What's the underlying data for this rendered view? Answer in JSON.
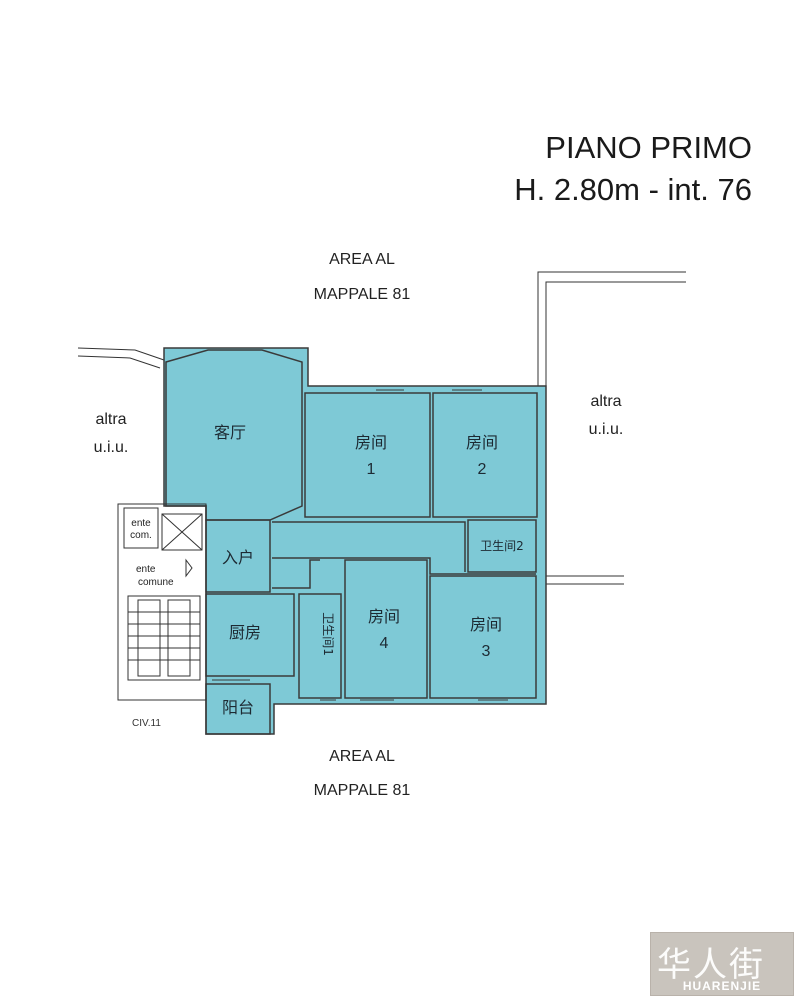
{
  "title": {
    "line1": "PIANO PRIMO",
    "line2": "H. 2.80m - int. 76"
  },
  "area_top": {
    "line1": "AREA AL",
    "line2": "MAPPALE 81"
  },
  "area_bottom": {
    "line1": "AREA AL",
    "line2": "MAPPALE 81"
  },
  "neighbor_left": {
    "line1": "altra",
    "line2": "u.i.u."
  },
  "neighbor_right": {
    "line1": "altra",
    "line2": "u.i.u."
  },
  "rooms": {
    "living": "客厅",
    "bedroom1": {
      "label": "房间",
      "num": "1"
    },
    "bedroom2": {
      "label": "房间",
      "num": "2"
    },
    "bedroom3": {
      "label": "房间",
      "num": "3"
    },
    "bedroom4": {
      "label": "房间",
      "num": "4"
    },
    "bath1": "卫生间1",
    "bath2": "卫生间2",
    "entrance": "入户",
    "kitchen": "厨房",
    "balcony": "阳台"
  },
  "stair": {
    "ente_com_1": "ente",
    "ente_com_2": "com.",
    "ente_comune_1": "ente",
    "ente_comune_2": "comune"
  },
  "civ": "CIV.11",
  "watermark": {
    "glyphs": "华人街",
    "text": "HUARENJIE"
  },
  "colors": {
    "room_fill": "#7ec9d6",
    "wall": "#3a3a3a",
    "line": "#333333"
  }
}
